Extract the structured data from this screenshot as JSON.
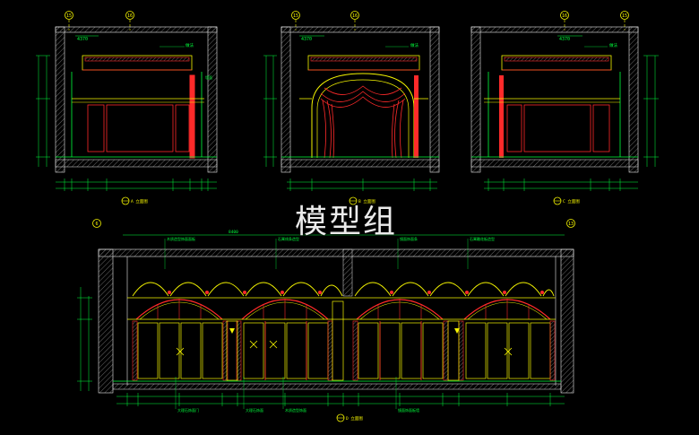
{
  "colors": {
    "background": "#000000",
    "green": "#00ff3c",
    "yellow": "#f5f500",
    "red": "#ff2a2a",
    "white": "#e8e8e8",
    "hatch": "#6a6a6a"
  },
  "watermark": "模型组",
  "elevation_a": {
    "axis_left": "15",
    "axis_right": "16",
    "top_dim": "4370",
    "label_ceiling": "做法",
    "label_side": "墙面",
    "title": "A 立面图"
  },
  "elevation_b": {
    "axis_left": "15",
    "axis_right": "16",
    "top_dim": "4370",
    "label_ceiling": "做法",
    "title": "B 立面图"
  },
  "elevation_c": {
    "axis_left": "16",
    "axis_right": "15",
    "top_dim": "4370",
    "label_ceiling": "做法",
    "title": "C 立面图"
  },
  "elevation_d": {
    "axis_left": "6",
    "axis_right": "13",
    "overall_dim": "8400",
    "callouts_top": [
      "木质造型饰面面板",
      "石膏线条造型",
      "镜面饰面条",
      "石膏雕花板造型"
    ],
    "callouts_bottom": [
      "大理石饰面门",
      "大理石饰面",
      "木质造型饰面",
      "镜面饰面板墙"
    ],
    "title": "D 立面图"
  },
  "icons": [
    "axis-bubble-icon",
    "section-mark-icon",
    "dimension-tick-icon",
    "curtain-drape-icon",
    "door-handle-icon"
  ]
}
